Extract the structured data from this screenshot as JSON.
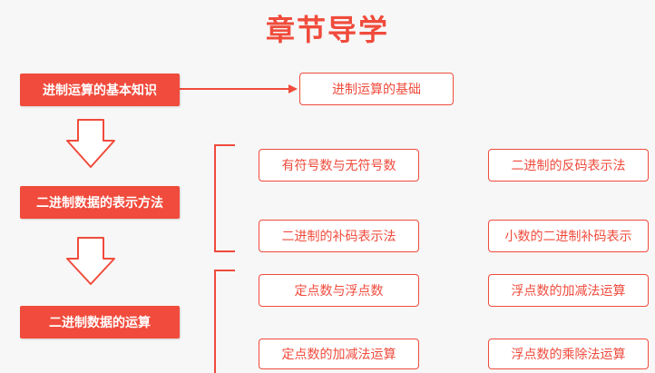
{
  "title": "章节导学",
  "colors": {
    "accent": "#f04b3c",
    "background": "#f7f7f7"
  },
  "main_topics": [
    {
      "label": "进制运算的基本知识"
    },
    {
      "label": "二进制数据的表示方法"
    },
    {
      "label": "二进制数据的运算"
    }
  ],
  "basics_child": {
    "label": "进制运算的基础"
  },
  "representation_children": [
    {
      "label": "有符号数与无符号数"
    },
    {
      "label": "二进制的反码表示法"
    },
    {
      "label": "二进制的补码表示法"
    },
    {
      "label": "小数的二进制补码表示"
    }
  ],
  "operation_children": [
    {
      "label": "定点数与浮点数"
    },
    {
      "label": "浮点数的加减法运算"
    },
    {
      "label": "定点数的加减法运算"
    },
    {
      "label": "浮点数的乘除法运算"
    }
  ]
}
